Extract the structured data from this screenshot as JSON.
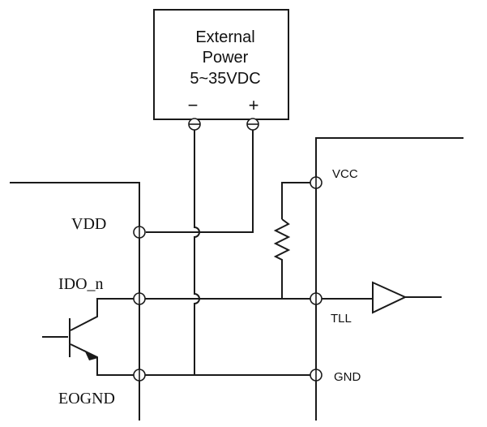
{
  "power_box": {
    "line1": "External",
    "line2": "Power",
    "line3": "5~35VDC",
    "minus": "−",
    "plus": "+"
  },
  "left_labels": {
    "vdd": "VDD",
    "ido": "IDO_n",
    "eognd": "EOGND"
  },
  "right_labels": {
    "vcc": "VCC",
    "tll": "TLL",
    "gnd": "GND"
  }
}
